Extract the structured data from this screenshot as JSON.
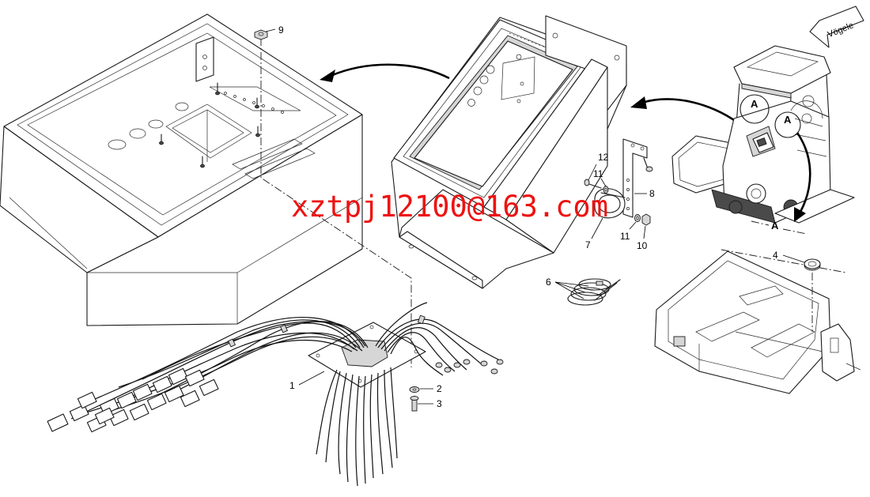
{
  "watermark": "xztpj12100@163.com",
  "brand": "Vögele",
  "detail_marker": "A",
  "callouts": [
    {
      "id": "c1",
      "label": "1"
    },
    {
      "id": "c2",
      "label": "2"
    },
    {
      "id": "c3",
      "label": "3"
    },
    {
      "id": "c4",
      "label": "4"
    },
    {
      "id": "c6",
      "label": "6"
    },
    {
      "id": "c7",
      "label": "7"
    },
    {
      "id": "c8",
      "label": "8"
    },
    {
      "id": "c9",
      "label": "9"
    },
    {
      "id": "c10",
      "label": "10"
    },
    {
      "id": "c11a",
      "label": "11"
    },
    {
      "id": "c11b",
      "label": "11"
    },
    {
      "id": "c12",
      "label": "12"
    }
  ]
}
